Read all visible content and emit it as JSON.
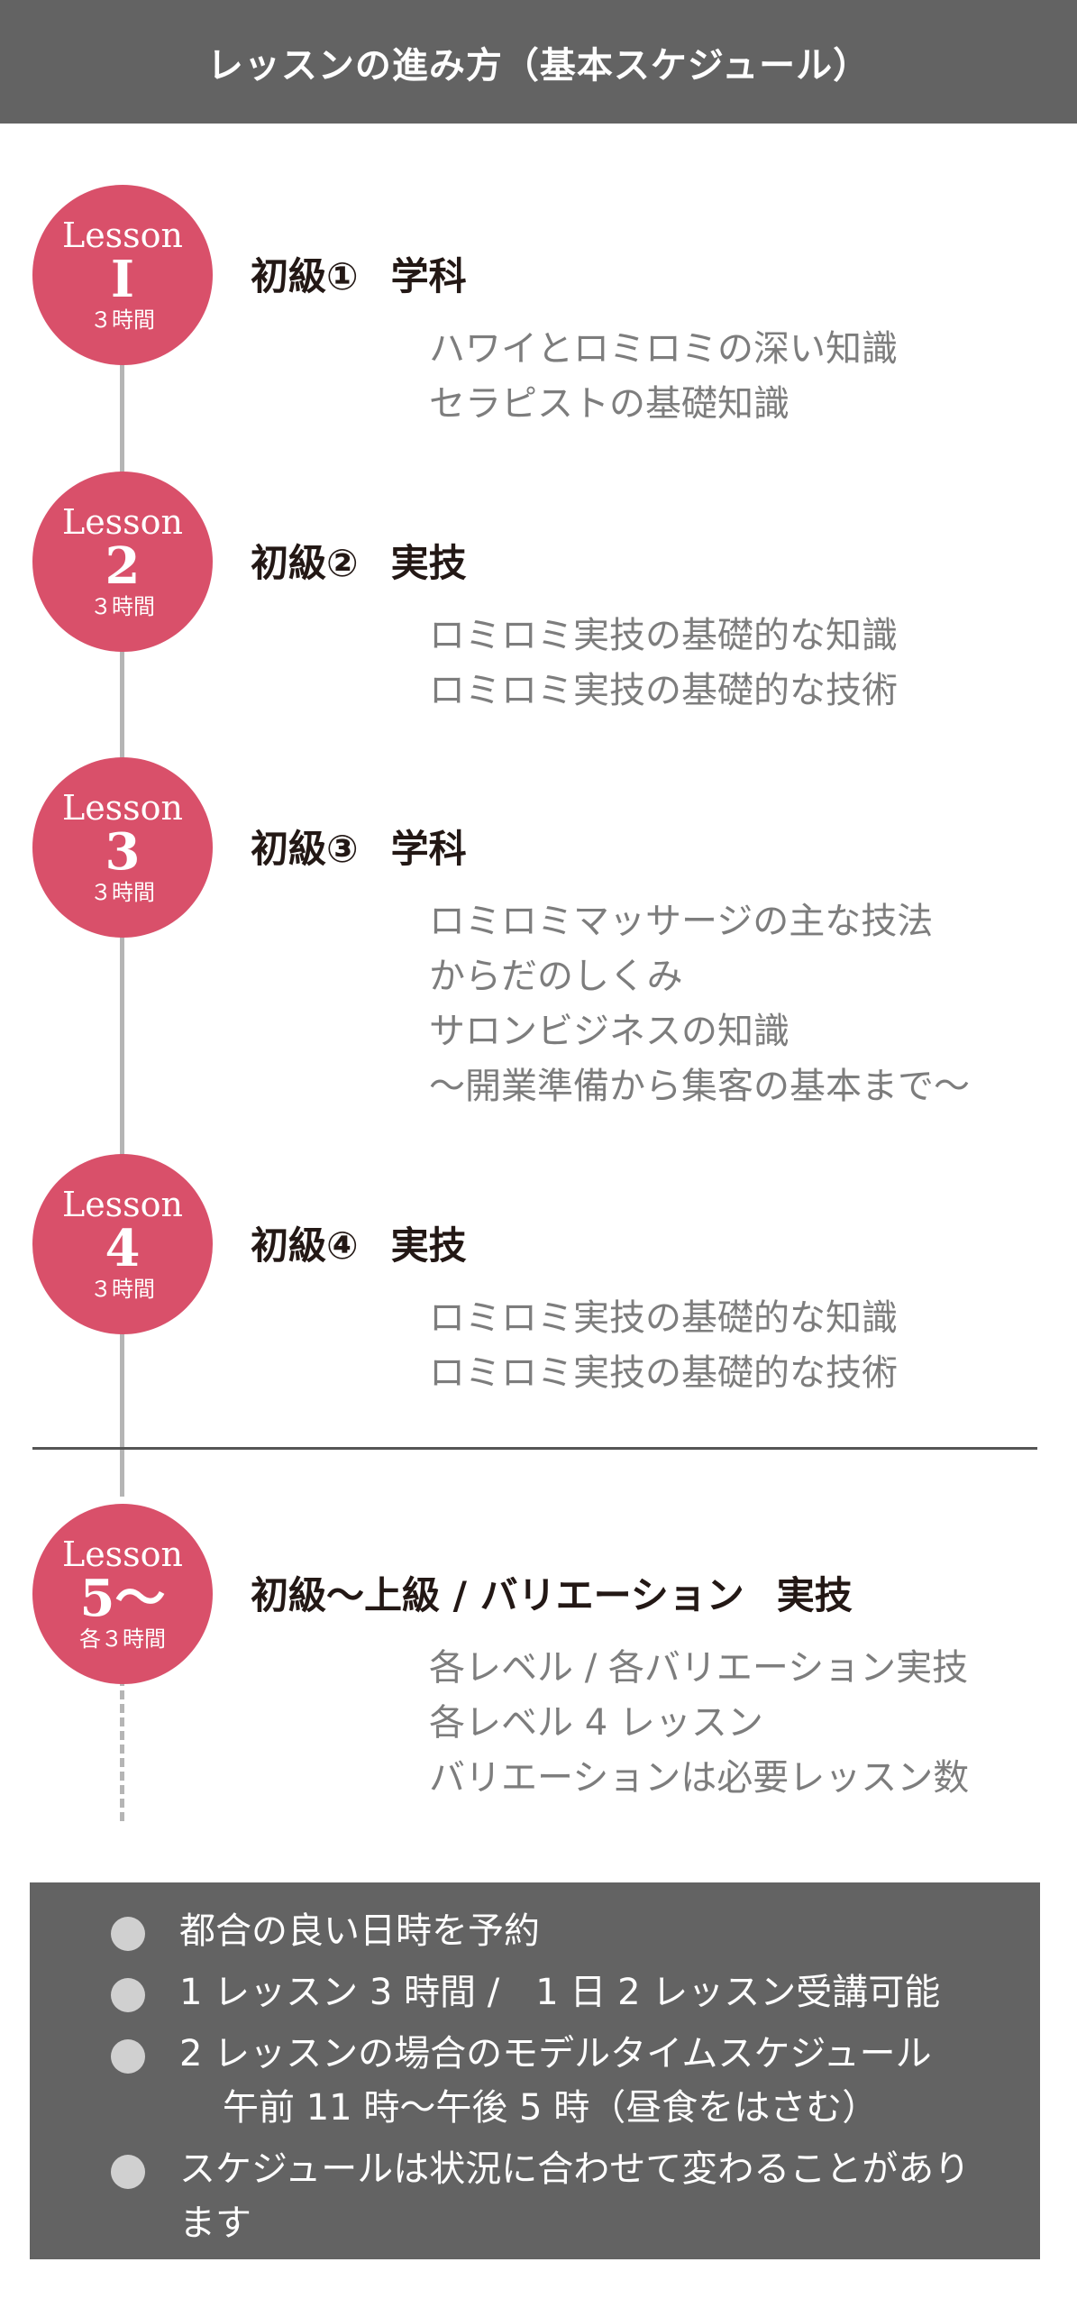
{
  "header": {
    "title": "レッスンの進み方（基本スケジュール）"
  },
  "lessons": [
    {
      "badge_word": "Lesson",
      "badge_num": "I",
      "duration": "３時間",
      "level": "初級①",
      "kind": "学科",
      "lines": [
        "ハワイとロミロミの深い知識",
        "セラピストの基礎知識"
      ]
    },
    {
      "badge_word": "Lesson",
      "badge_num": "2",
      "duration": "３時間",
      "level": "初級②",
      "kind": "実技",
      "lines": [
        "ロミロミ実技の基礎的な知識",
        "ロミロミ実技の基礎的な技術"
      ]
    },
    {
      "badge_word": "Lesson",
      "badge_num": "3",
      "duration": "３時間",
      "level": "初級③",
      "kind": "学科",
      "lines": [
        "ロミロミマッサージの主な技法",
        "からだのしくみ",
        "サロンビジネスの知識",
        "〜開業準備から集客の基本まで〜"
      ]
    },
    {
      "badge_word": "Lesson",
      "badge_num": "4",
      "duration": "３時間",
      "level": "初級④",
      "kind": "実技",
      "lines": [
        "ロミロミ実技の基礎的な知識",
        "ロミロミ実技の基礎的な技術"
      ]
    },
    {
      "badge_word": "Lesson",
      "badge_num": "5〜",
      "duration": "各３時間",
      "level": "初級〜上級 / バリエーション",
      "kind": "実技",
      "lines": [
        "各レベル / 各バリエーション実技",
        "各レベル 4 レッスン",
        "バリエーションは必要レッスン数"
      ]
    }
  ],
  "info": {
    "items": [
      {
        "text": "都合の良い日時を予約"
      },
      {
        "text": "1 レッスン 3 時間 /　1 日 2 レッスン受講可能"
      },
      {
        "text": "2 レッスンの場合のモデルタイムスケジュール",
        "sub": "午前 11 時〜午後 5 時（昼食をはさむ）"
      },
      {
        "text": "スケジュールは状況に合わせて変わることがあります"
      }
    ]
  },
  "colors": {
    "header_bg": "#636363",
    "badge": "#d9506a",
    "timeline": "#b5b5b5",
    "info_bg": "#636363"
  }
}
